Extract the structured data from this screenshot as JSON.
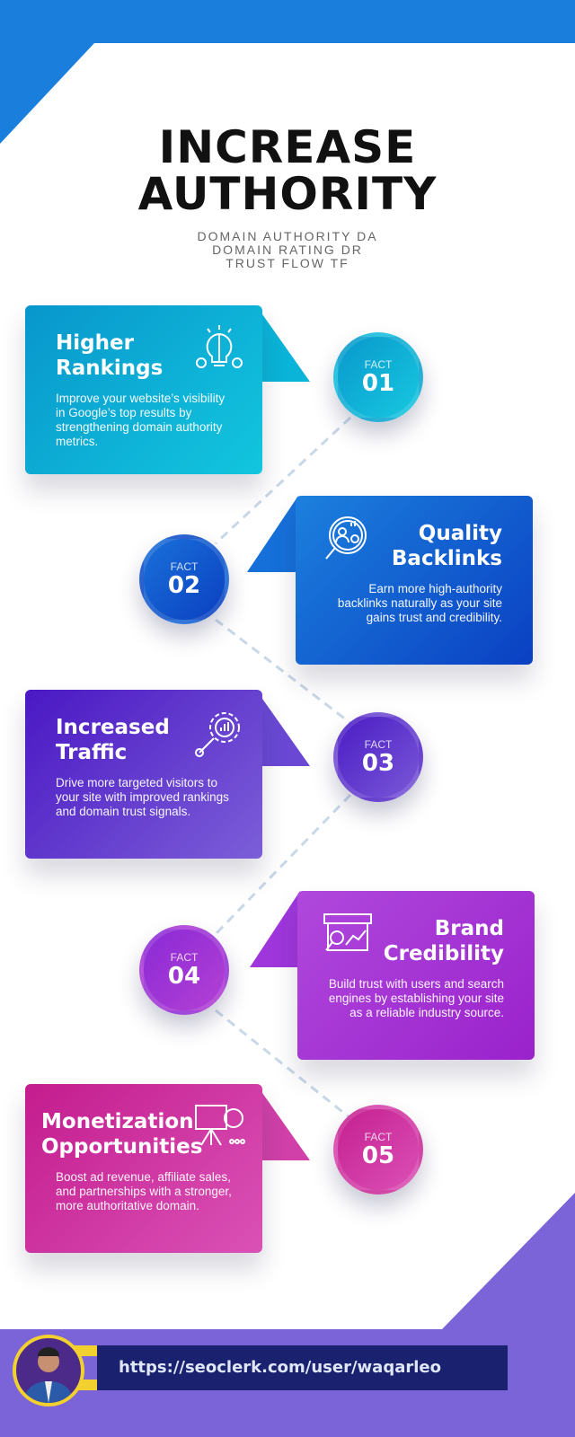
{
  "header": {
    "title_line1": "INCREASE",
    "title_line2": "AUTHORITY",
    "subtitle": [
      "DOMAIN AUTHORITY DA",
      "DOMAIN RATING DR",
      "TRUST FLOW TF"
    ]
  },
  "facts": [
    {
      "label": "FACT",
      "number": "01",
      "title1": "Higher",
      "title2": "Rankings",
      "text": "Improve your website’s visibility in Google’s top results by strengthening domain authority metrics.",
      "icon": "brain-bulb-icon",
      "colors": [
        "#0896cc",
        "#12c6de"
      ]
    },
    {
      "label": "FACT",
      "number": "02",
      "title1": "Quality",
      "title2": "Backlinks",
      "text": "Earn more high-authority backlinks naturally as your site gains trust and credibility.",
      "icon": "magnifier-user-gear-icon",
      "colors": [
        "#1c80de",
        "#0a40c2"
      ]
    },
    {
      "label": "FACT",
      "number": "03",
      "title1": "Increased",
      "title2": "Traffic",
      "text": "Drive more targeted visitors to your site with improved rankings and domain trust signals.",
      "icon": "gear-wrench-chart-icon",
      "colors": [
        "#4a18c4",
        "#7c5ed8"
      ]
    },
    {
      "label": "FACT",
      "number": "04",
      "title1": "Brand",
      "title2": "Credibility",
      "text": "Build trust with users and search engines by establishing your site as a reliable industry source.",
      "icon": "store-chart-icon",
      "colors": [
        "#9a30e0",
        "#b246d2"
      ]
    },
    {
      "label": "FACT",
      "number": "05",
      "title1": "Monetization",
      "title2": "Opportunities",
      "text": "Boost ad revenue, affiliate sales, and partnerships with a stronger, more authoritative domain.",
      "icon": "presentation-board-icon",
      "colors": [
        "#c41c8e",
        "#da52b6"
      ]
    }
  ],
  "footer": {
    "url": "https://seoclerk.com/user/waqarleo"
  }
}
